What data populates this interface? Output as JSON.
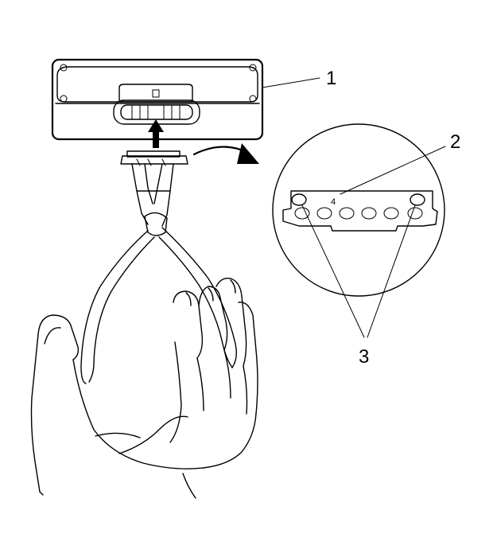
{
  "callouts": {
    "c1": "1",
    "c2": "2",
    "c3": "3"
  },
  "detail": {
    "pin_label": "4"
  },
  "colors": {
    "line": "#000000",
    "background": "#ffffff"
  }
}
